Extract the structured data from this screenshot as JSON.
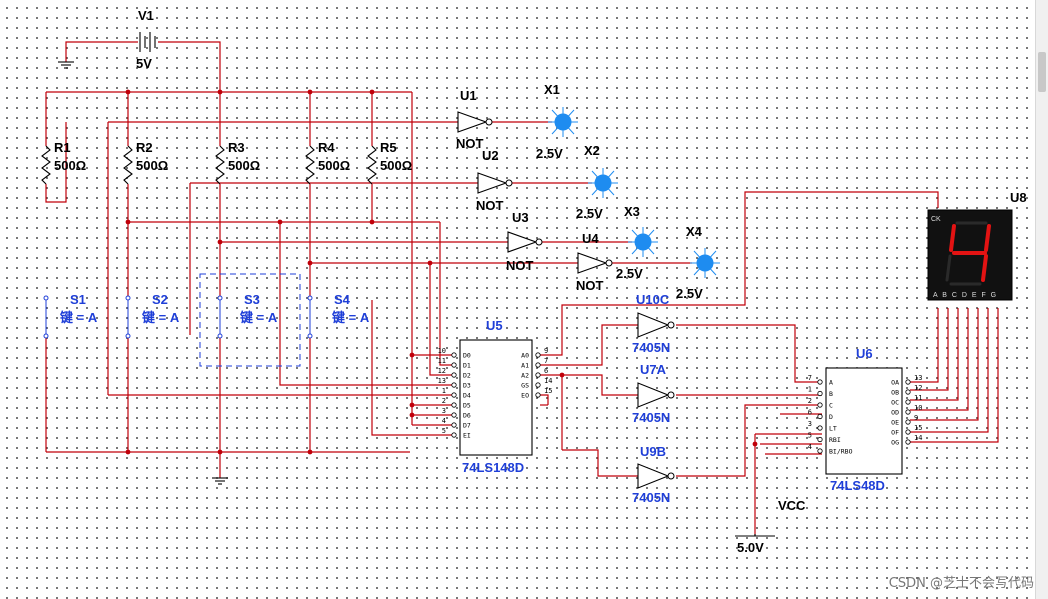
{
  "battery": {
    "name": "V1",
    "value": "5V"
  },
  "resistors": [
    {
      "name": "R1",
      "value": "500Ω"
    },
    {
      "name": "R2",
      "value": "500Ω"
    },
    {
      "name": "R3",
      "value": "500Ω"
    },
    {
      "name": "R4",
      "value": "500Ω"
    },
    {
      "name": "R5",
      "value": "500Ω"
    }
  ],
  "switches": [
    {
      "name": "S1",
      "key": "键 = A"
    },
    {
      "name": "S2",
      "key": "键 = A"
    },
    {
      "name": "S3",
      "key": "键 = A"
    },
    {
      "name": "S4",
      "key": "键 = A"
    }
  ],
  "not_gates": [
    {
      "name": "U1",
      "type": "NOT"
    },
    {
      "name": "U2",
      "type": "NOT"
    },
    {
      "name": "U3",
      "type": "NOT"
    },
    {
      "name": "U4",
      "type": "NOT"
    }
  ],
  "probes": [
    {
      "name": "X1",
      "value": "2.5V"
    },
    {
      "name": "X2",
      "value": "2.5V"
    },
    {
      "name": "X3",
      "value": "2.5V"
    },
    {
      "name": "X4",
      "value": "2.5V"
    }
  ],
  "buffers": [
    {
      "name": "U10C",
      "type": "7405N"
    },
    {
      "name": "U7A",
      "type": "7405N"
    },
    {
      "name": "U9B",
      "type": "7405N"
    }
  ],
  "encoder": {
    "name": "U5",
    "part": "74LS148D",
    "left_pins": [
      "D0",
      "D1",
      "D2",
      "D3",
      "D4",
      "D5",
      "D6",
      "D7",
      "EI"
    ],
    "left_nums": [
      "10",
      "11",
      "12",
      "13",
      "1",
      "2",
      "3",
      "4",
      "5"
    ],
    "right_pins": [
      "A0",
      "A1",
      "A2",
      "GS",
      "EO"
    ],
    "right_nums": [
      "9",
      "7",
      "6",
      "14",
      "15"
    ]
  },
  "decoder": {
    "name": "U6",
    "part": "74LS48D",
    "left_pins": [
      "A",
      "B",
      "C",
      "D",
      "LT",
      "RBI",
      "BI/RBO"
    ],
    "left_nums": [
      "7",
      "1",
      "2",
      "6",
      "3",
      "5",
      "4"
    ],
    "right_pins": [
      "OA",
      "OB",
      "OC",
      "OD",
      "OE",
      "OF",
      "OG"
    ],
    "right_nums": [
      "13",
      "12",
      "11",
      "10",
      "9",
      "15",
      "14"
    ]
  },
  "display": {
    "name": "U8",
    "ck": "CK",
    "digit": "4",
    "pins": "A B C D E F G",
    "segment_color": "#e31313"
  },
  "vcc": {
    "name": "VCC",
    "value": "5.0V"
  },
  "watermark": "CSDN @芝士不会写代码",
  "colors": {
    "wire": "#c0000a",
    "label_blue": "#1f3fd8",
    "probe": "#1e8cf0"
  }
}
